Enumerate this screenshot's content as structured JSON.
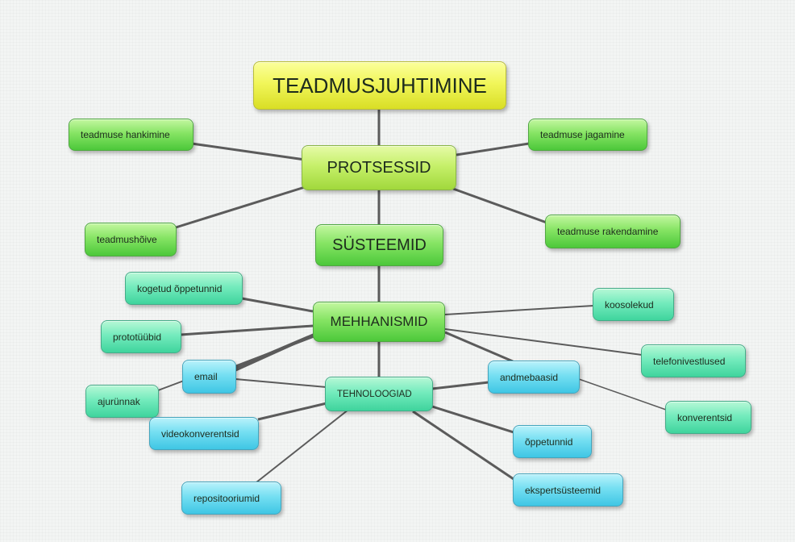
{
  "mindmap": {
    "root": "TEADMUSJUHTIMINE",
    "protsessid": "PROTSESSID",
    "susteemid": "SÜSTEEMID",
    "mehhanismid": "MEHHANISMID",
    "tehnoloogiad": "TEHNOLOOGIAD",
    "teadmuse_hankimine": "teadmuse hankimine",
    "teadmuse_jagamine": "teadmuse jagamine",
    "teadmushoive": "teadmushõive",
    "teadmuse_rakendamine": "teadmuse rakendamine",
    "kogetud_oppetunnid": "kogetud õppetunnid",
    "prototuubid": "prototüübid",
    "koosolekud": "koosolekud",
    "telefonivestlused": "telefonivestlused",
    "konverentsid": "konverentsid",
    "email": "email",
    "ajurunnak": "ajurünnak",
    "videokonverentsid": "videokonverentsid",
    "repositooriumid": "repositooriumid",
    "andmebaasid": "andmebaasid",
    "oppetunnid": "õppetunnid",
    "ekspertsusteemid": "ekspertsüsteemid"
  },
  "colors": {
    "line": "#5b5b5b"
  }
}
